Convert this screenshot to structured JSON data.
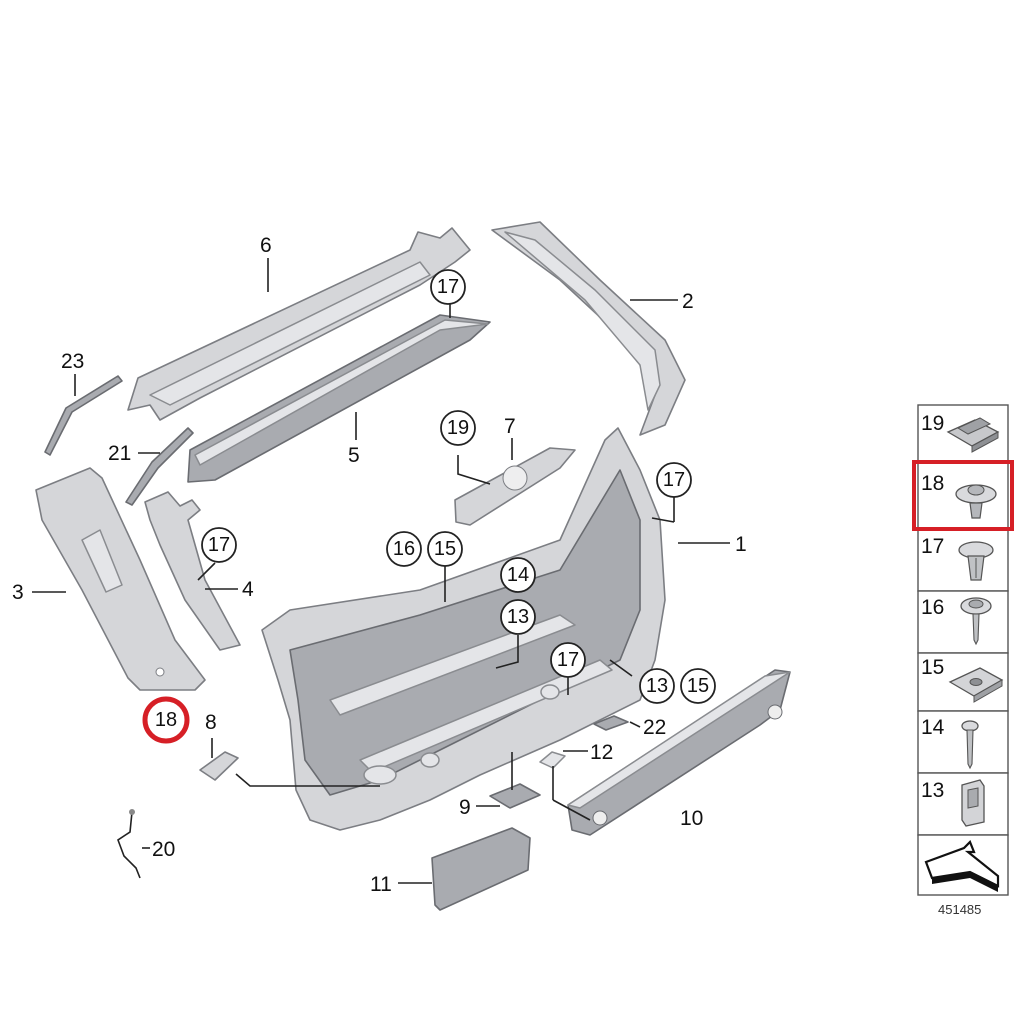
{
  "diagram": {
    "reference_number": "451485",
    "labels": {
      "p1": "1",
      "p2": "2",
      "p3": "3",
      "p4": "4",
      "p5": "5",
      "p6": "6",
      "p7": "7",
      "p8": "8",
      "p9": "9",
      "p10": "10",
      "p11": "11",
      "p12": "12",
      "p20": "20",
      "p21": "21",
      "p22": "22",
      "p23": "23"
    },
    "callouts": {
      "c17a": "17",
      "c17b": "17",
      "c17c": "17",
      "c17d": "17",
      "c19": "19",
      "c16": "16",
      "c15a": "15",
      "c15b": "15",
      "c14": "14",
      "c13a": "13",
      "c13b": "13",
      "c18": "18"
    },
    "highlight_color": "#d61f26"
  },
  "legend": {
    "items": [
      {
        "number": "19",
        "icon": "clip-icon"
      },
      {
        "number": "18",
        "icon": "expanding-rivet-icon"
      },
      {
        "number": "17",
        "icon": "push-rivet-icon"
      },
      {
        "number": "16",
        "icon": "screw-washer-icon"
      },
      {
        "number": "15",
        "icon": "spring-nut-icon"
      },
      {
        "number": "14",
        "icon": "screw-icon"
      },
      {
        "number": "13",
        "icon": "clip-nut-icon"
      }
    ],
    "arrow_icon": "arrow-bracket-icon",
    "highlight_color": "#d61f26"
  }
}
